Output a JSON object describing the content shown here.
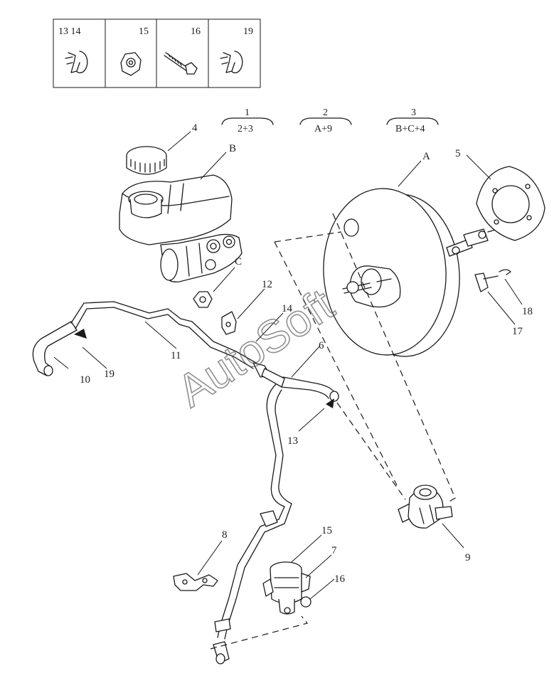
{
  "legend": [
    {
      "label": "13  14",
      "icon": "hose-clamp-icon"
    },
    {
      "label": "15",
      "icon": "nut-icon"
    },
    {
      "label": "16",
      "icon": "bolt-icon"
    },
    {
      "label": "19",
      "icon": "hose-clamp-icon"
    }
  ],
  "kits": [
    {
      "number": "1",
      "contents": "2+3"
    },
    {
      "number": "2",
      "contents": "A+9"
    },
    {
      "number": "3",
      "contents": "B+C+4"
    }
  ],
  "callouts": {
    "p4": "4",
    "pB": "B",
    "pA": "A",
    "p5": "5",
    "pC": "C",
    "p12": "12",
    "p14": "14",
    "p18": "18",
    "p17": "17",
    "p11": "11",
    "p6": "6",
    "p10": "10",
    "p19": "19",
    "p13": "13",
    "p9": "9",
    "p8": "8",
    "p15": "15",
    "p7": "7",
    "p16": "16"
  },
  "watermark": "AutoSoft",
  "colors": {
    "line": "#1a1a1a",
    "background": "#ffffff"
  }
}
